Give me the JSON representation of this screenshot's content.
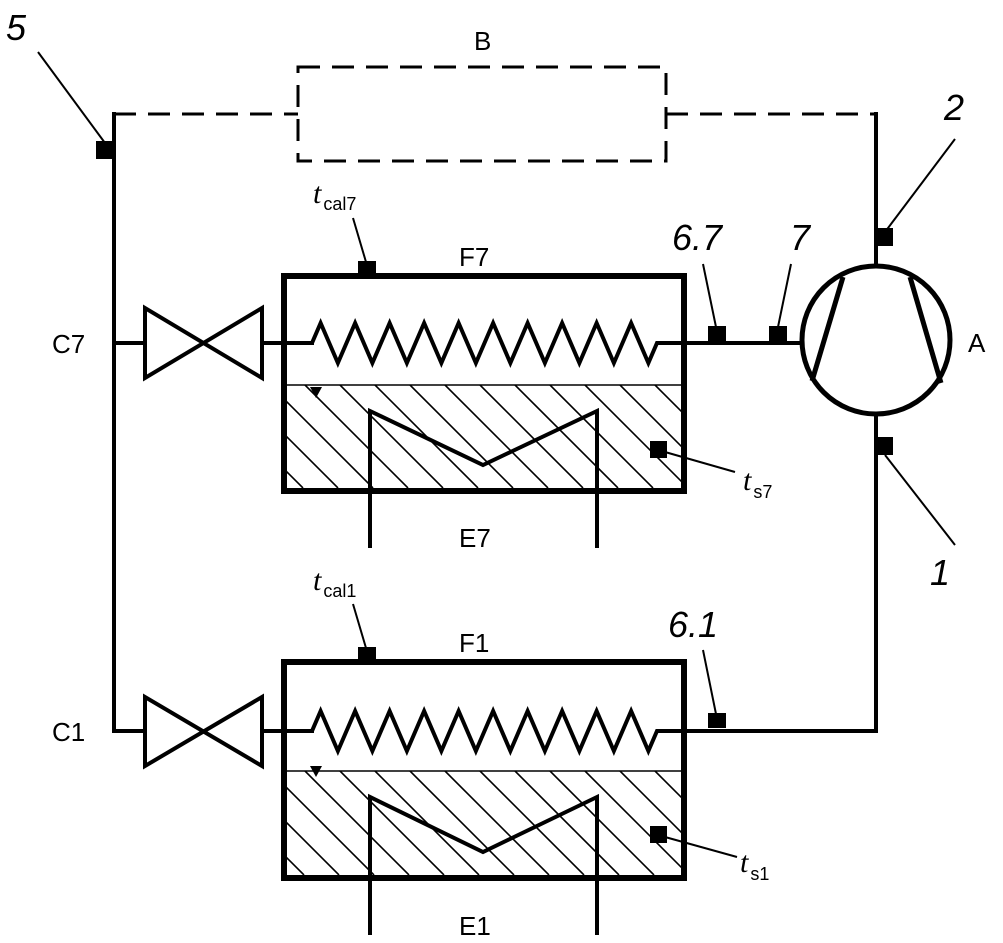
{
  "diagram": {
    "title": "Refrigeration circuit with two evaporator units",
    "components": {
      "compressor": {
        "label": "A"
      },
      "bypass": {
        "label": "B"
      },
      "valve_upper": {
        "label": "C7"
      },
      "valve_lower": {
        "label": "C1"
      },
      "evaporator_upper": {
        "label": "F7",
        "storage_label": "E7"
      },
      "evaporator_lower": {
        "label": "F1",
        "storage_label": "E1"
      }
    },
    "measurement_points": [
      {
        "id": "5",
        "label": "5"
      },
      {
        "id": "2",
        "label": "2"
      },
      {
        "id": "1",
        "label": "1"
      },
      {
        "id": "6.7",
        "label": "6.7"
      },
      {
        "id": "7",
        "label": "7"
      },
      {
        "id": "6.1",
        "label": "6.1"
      }
    ],
    "temperature_sensors": {
      "tcal7": {
        "symbol": "t",
        "subscript": "cal7"
      },
      "tcal1": {
        "symbol": "t",
        "subscript": "cal1"
      },
      "ts7": {
        "symbol": "t",
        "subscript": "s7"
      },
      "ts1": {
        "symbol": "t",
        "subscript": "s1"
      }
    },
    "colors": {
      "line": "#000000",
      "background": "#ffffff"
    }
  }
}
